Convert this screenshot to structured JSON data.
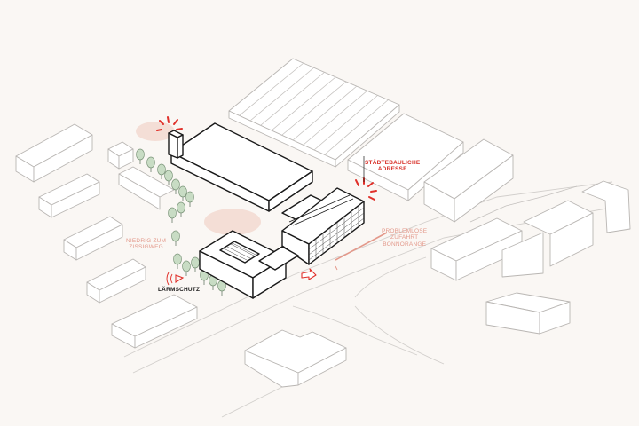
{
  "labels": {
    "address_line1": "STÄDTEBAULICHE",
    "address_line2": "ADRESSE",
    "access_line1": "PROBLEMLOSE",
    "access_line2": "ZUFAHRT",
    "access_line3": "BONNORANGE",
    "height_line1": "NIEDRIG ZUM",
    "height_line2": "ZISSIGWEG",
    "noise": "LÄRMSCHUTZ"
  },
  "colors": {
    "background": "#faf7f4",
    "accent_red": "#e0302a",
    "accent_pink": "#e3988a",
    "context_stroke": "#b9b6b3",
    "main_stroke": "#1a1a1a",
    "tree": "#c8dcc4"
  }
}
